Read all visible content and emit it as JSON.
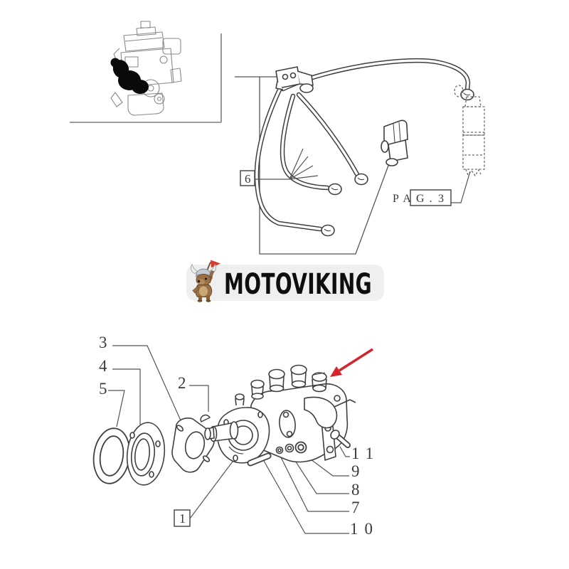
{
  "branding": {
    "name": "MOTOVIKING",
    "mascot_icon": "viking-dog-icon",
    "pill_color": "#efefef",
    "text_color": "#0e0e0e",
    "flag_color": "#d93a30"
  },
  "pipes_diagram": {
    "callout_6": "6",
    "page_ref_label": "PAG.",
    "page_ref_number": "3"
  },
  "pump_diagram": {
    "callouts": {
      "c1": "1",
      "c2": "2",
      "c3": "3",
      "c4": "4",
      "c5": "5",
      "c7": "7",
      "c8": "8",
      "c9": "9",
      "c10": "10",
      "c11": "11"
    },
    "arrow_color": "#d5232b"
  },
  "artwork": {
    "line_color": "#3f3f3f",
    "leader_color": "#555555",
    "thumbnail_line_color": "#8a8a8a",
    "highlight_color": "#0a0a0a"
  }
}
